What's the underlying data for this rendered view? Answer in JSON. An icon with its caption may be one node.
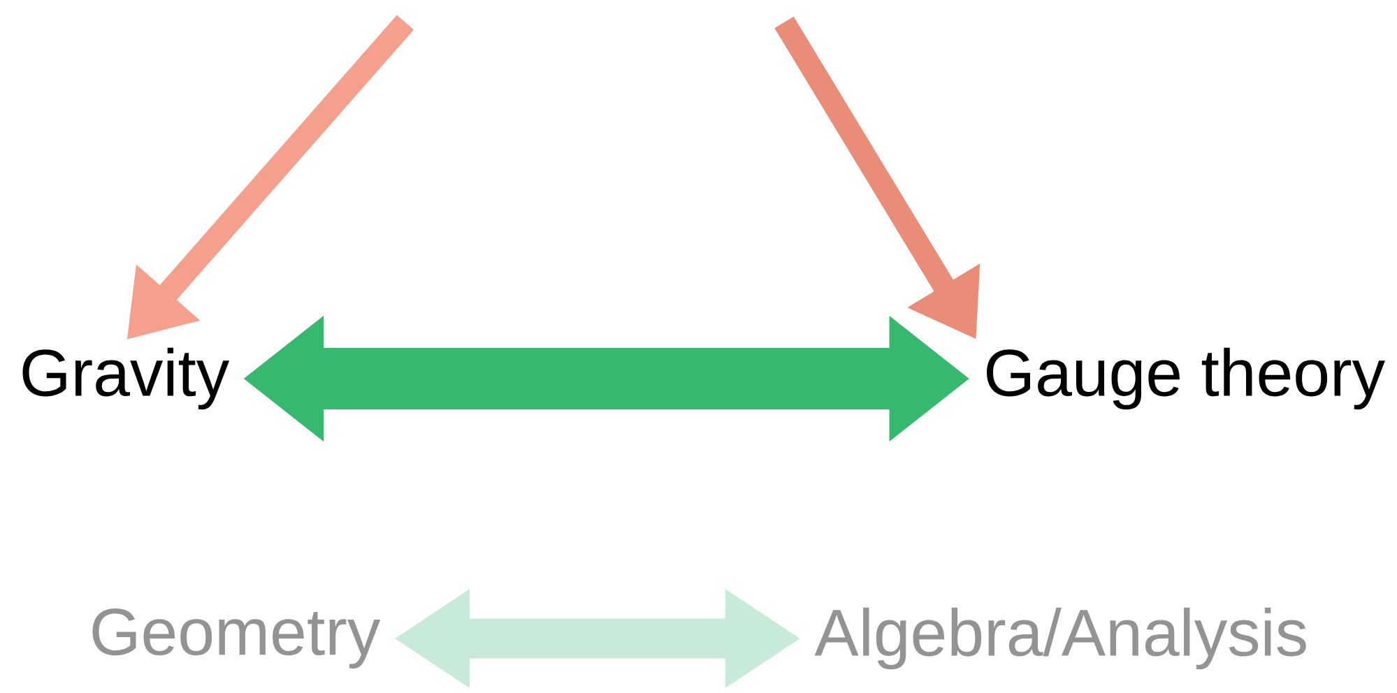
{
  "diagram": {
    "nodes": [
      {
        "text": [
          "Gravity"
        ]
      },
      {
        "text": [
          "Gauge theory"
        ]
      },
      {
        "text": [
          "Geometry"
        ]
      },
      {
        "text": [
          "Algebra/Analysis"
        ]
      }
    ],
    "edges": [
      {
        "from": null,
        "to": 0,
        "arrow": "to",
        "color": "#f4a08c"
      },
      {
        "from": null,
        "to": 1,
        "arrow": "to",
        "color": "#e98c78"
      },
      {
        "from": 0,
        "to": 1,
        "arrow": "both",
        "style": "thick",
        "color": "#36b96f"
      },
      {
        "from": 2,
        "to": 3,
        "arrow": "both",
        "color": "#c8ebd9"
      }
    ]
  }
}
